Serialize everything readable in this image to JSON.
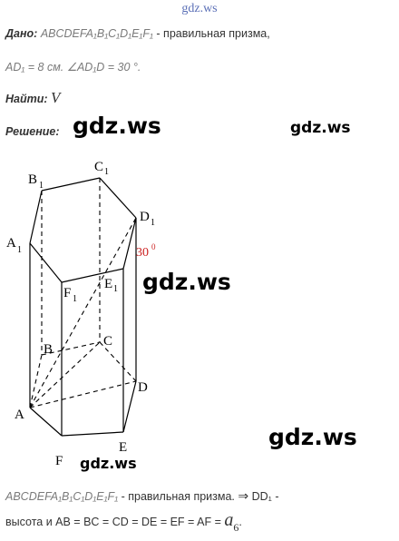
{
  "site_top": "gdz.ws",
  "given": {
    "label": "Дано:",
    "prism_name": "ABCDEFA₁B₁C₁D₁E₁F₁",
    "text": " - правильная призма,",
    "ad1": "AD₁ = 8 см.",
    "angle": " ∠AD₁D = 30 °."
  },
  "find": {
    "label": "Найти:",
    "value": "V"
  },
  "solution": {
    "label": "Решение:"
  },
  "watermarks": {
    "wm1": "gdz.ws",
    "wm2": "gdz.ws",
    "wm3": "gdz.ws",
    "wm4": "gdz.ws",
    "wm5": "gdz.ws"
  },
  "figure_labels": {
    "A": "A",
    "B": "B",
    "C": "C",
    "D": "D",
    "E": "E",
    "F": "F",
    "A1": "A",
    "B1": "B",
    "C1": "C",
    "D1": "D",
    "E1": "E",
    "F1": "F",
    "sub1": "1",
    "angle_value": "30",
    "angle_sup": "0"
  },
  "conclusion": {
    "line1_name": "ABCDEFA₁B₁C₁D₁E₁F₁",
    "line1_text": " - правильная призма.",
    "implies": "⇒",
    "line1_tail": " DD₁ -",
    "line2_text": "высота и AB = BC = CD = DE = EF = AF = ",
    "line2_var": "a",
    "line2_sub": "6",
    "line2_end": "."
  },
  "colors": {
    "site": "#5a6fb6",
    "angle_label": "#cc2222",
    "text": "#333333"
  }
}
